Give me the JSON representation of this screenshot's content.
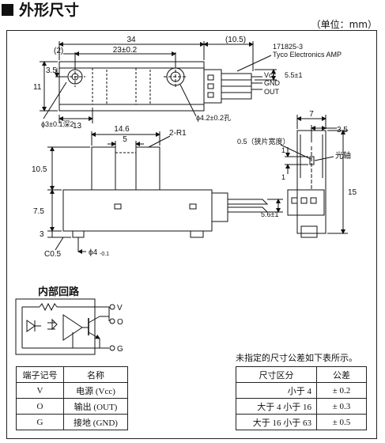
{
  "header": {
    "title": "外形尺寸",
    "unit": "（单位：mm）"
  },
  "top_view": {
    "dim_overall": "34",
    "dim_connector": "(10.5)",
    "dim_2": "(2)",
    "dim_23": "23±0.2",
    "dim_3_5": "3.5",
    "dim_11": "11",
    "dim_13": "13",
    "dim_5_5": "5.5±1",
    "hole_small": "ϕ3±0.1深2",
    "hole_large": "ϕ4.2±0.2孔",
    "connector_part": "171825-3",
    "connector_maker": "Tyco Electronics AMP",
    "pin_vcc": "Vcc",
    "pin_gnd": "GND",
    "pin_out": "OUT"
  },
  "front_view": {
    "dim_14_6": "14.6",
    "dim_5": "5",
    "dim_r1": "2-R1",
    "dim_10_5": "10.5",
    "dim_7_5": "7.5",
    "dim_3": "3",
    "dim_c0_5": "C0.5",
    "dim_phi4": "ϕ4",
    "dim_phi4_tol": "-0.1",
    "dim_5_6": "5.6±1"
  },
  "side_view": {
    "dim_7": "7",
    "dim_3_5": "3.5",
    "slit_width": "0.5（狭片宽度）",
    "dim_1a": "1",
    "dim_1b": "1",
    "optical_axis": "光轴",
    "dim_15": "15"
  },
  "circuit": {
    "title": "内部回路",
    "pin_v": "V",
    "pin_o": "O",
    "pin_g": "G"
  },
  "pin_table": {
    "headers": [
      "端子记号",
      "名称"
    ],
    "rows": [
      [
        "V",
        "电源 (Vcc)"
      ],
      [
        "O",
        "输出 (OUT)"
      ],
      [
        "G",
        "接地 (GND)"
      ]
    ]
  },
  "tolerance": {
    "note": "未指定的尺寸公差如下表所示。",
    "headers": [
      "尺寸区分",
      "公差"
    ],
    "rows": [
      [
        "小于 4",
        "± 0.2"
      ],
      [
        "大于 4 小于 16",
        "± 0.3"
      ],
      [
        "大于 16 小于 63",
        "± 0.5"
      ]
    ]
  }
}
